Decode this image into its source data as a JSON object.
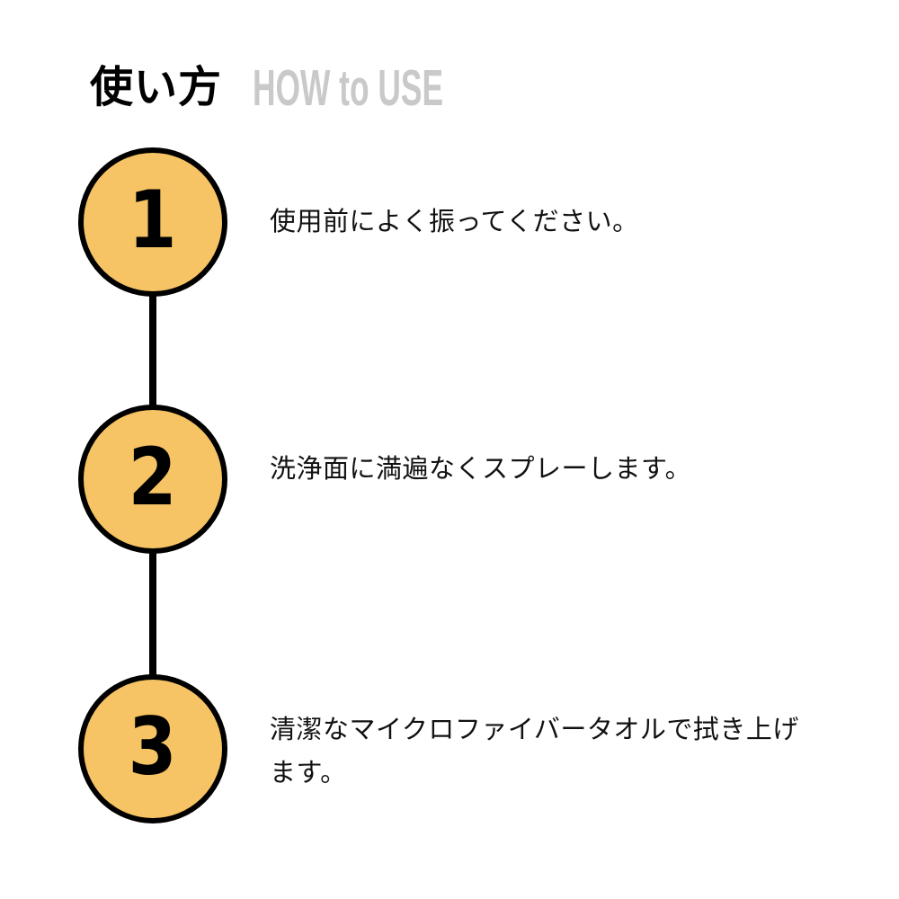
{
  "header": {
    "title_jp": "使い方",
    "title_en": "HOW to USE"
  },
  "steps": [
    {
      "number": "1",
      "text": "使用前によく振ってください。"
    },
    {
      "number": "2",
      "text": "洗浄面に満遍なくスプレーします。"
    },
    {
      "number": "3",
      "text": "清潔なマイクロファイバータオルで拭き上げます。"
    }
  ],
  "colors": {
    "background": "#ffffff",
    "circle_fill": "#f6c464",
    "outline": "#000000",
    "title_jp_color": "#000000",
    "title_en_color": "#c9c9c9",
    "text_color": "#111111"
  }
}
